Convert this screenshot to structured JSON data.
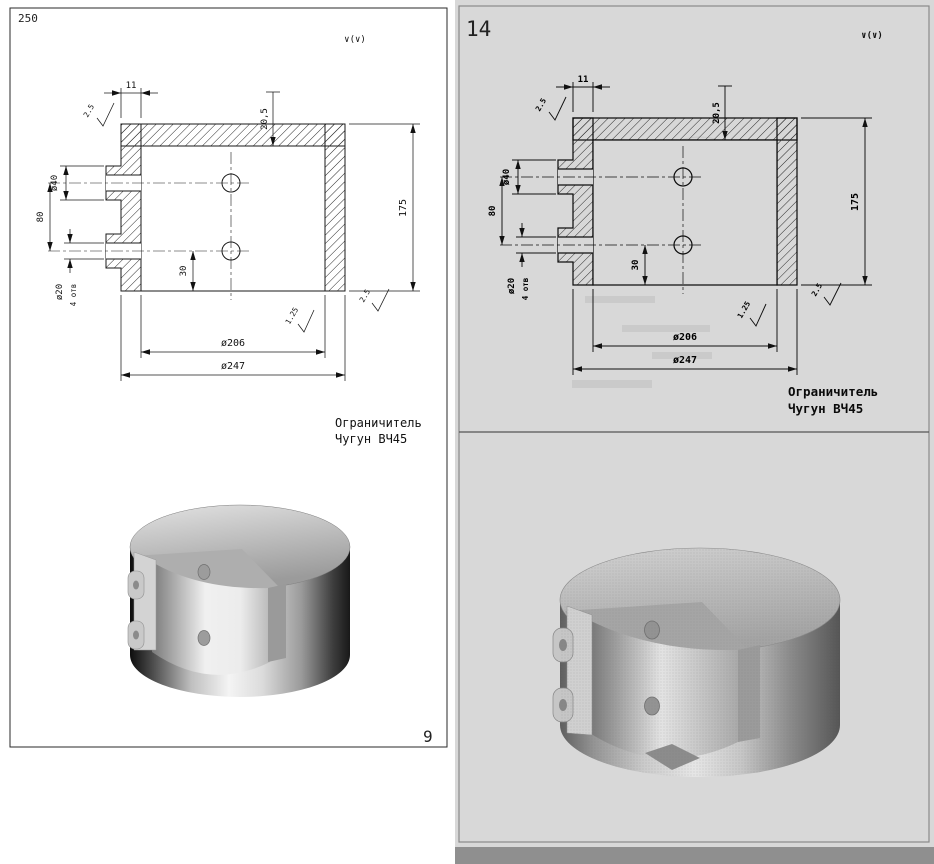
{
  "left_page": {
    "page_number": "250",
    "figure_number": "9",
    "finish_mark": "∨(∨)",
    "part_name": "Ограничитель",
    "material": "Чугун ВЧ45",
    "dims": {
      "offset_11": "11",
      "depth_20_5": "20,5",
      "roughness_top": "2.5",
      "dia_40": "ø40",
      "height_80": "80",
      "dia_20": "ø20",
      "holes_count": "4 отв",
      "dim_30": "30",
      "height_175": "175",
      "dia_206": "ø206",
      "dia_247": "ø247",
      "roughness_inner": "1.25",
      "roughness_bottom": "2.5"
    }
  },
  "right_page": {
    "page_number": "14",
    "finish_mark": "∨(∨)",
    "part_name": "Ограничитель",
    "material": "Чугун ВЧ45",
    "dims": {
      "offset_11": "11",
      "depth_20_5": "20,5",
      "roughness_top": "2.5",
      "dia_40": "ø40",
      "height_80": "80",
      "dia_20": "ø20",
      "holes_count": "4 отв",
      "dim_30": "30",
      "height_175": "175",
      "dia_206": "ø206",
      "dia_247": "ø247",
      "roughness_inner": "1.25",
      "roughness_bottom": "2.5"
    }
  },
  "colors": {
    "left_paper": "#ffffff",
    "right_paper": "#d8d8d8",
    "ink": "#1a1a1a",
    "scan_strip": "#8f8f8f"
  }
}
